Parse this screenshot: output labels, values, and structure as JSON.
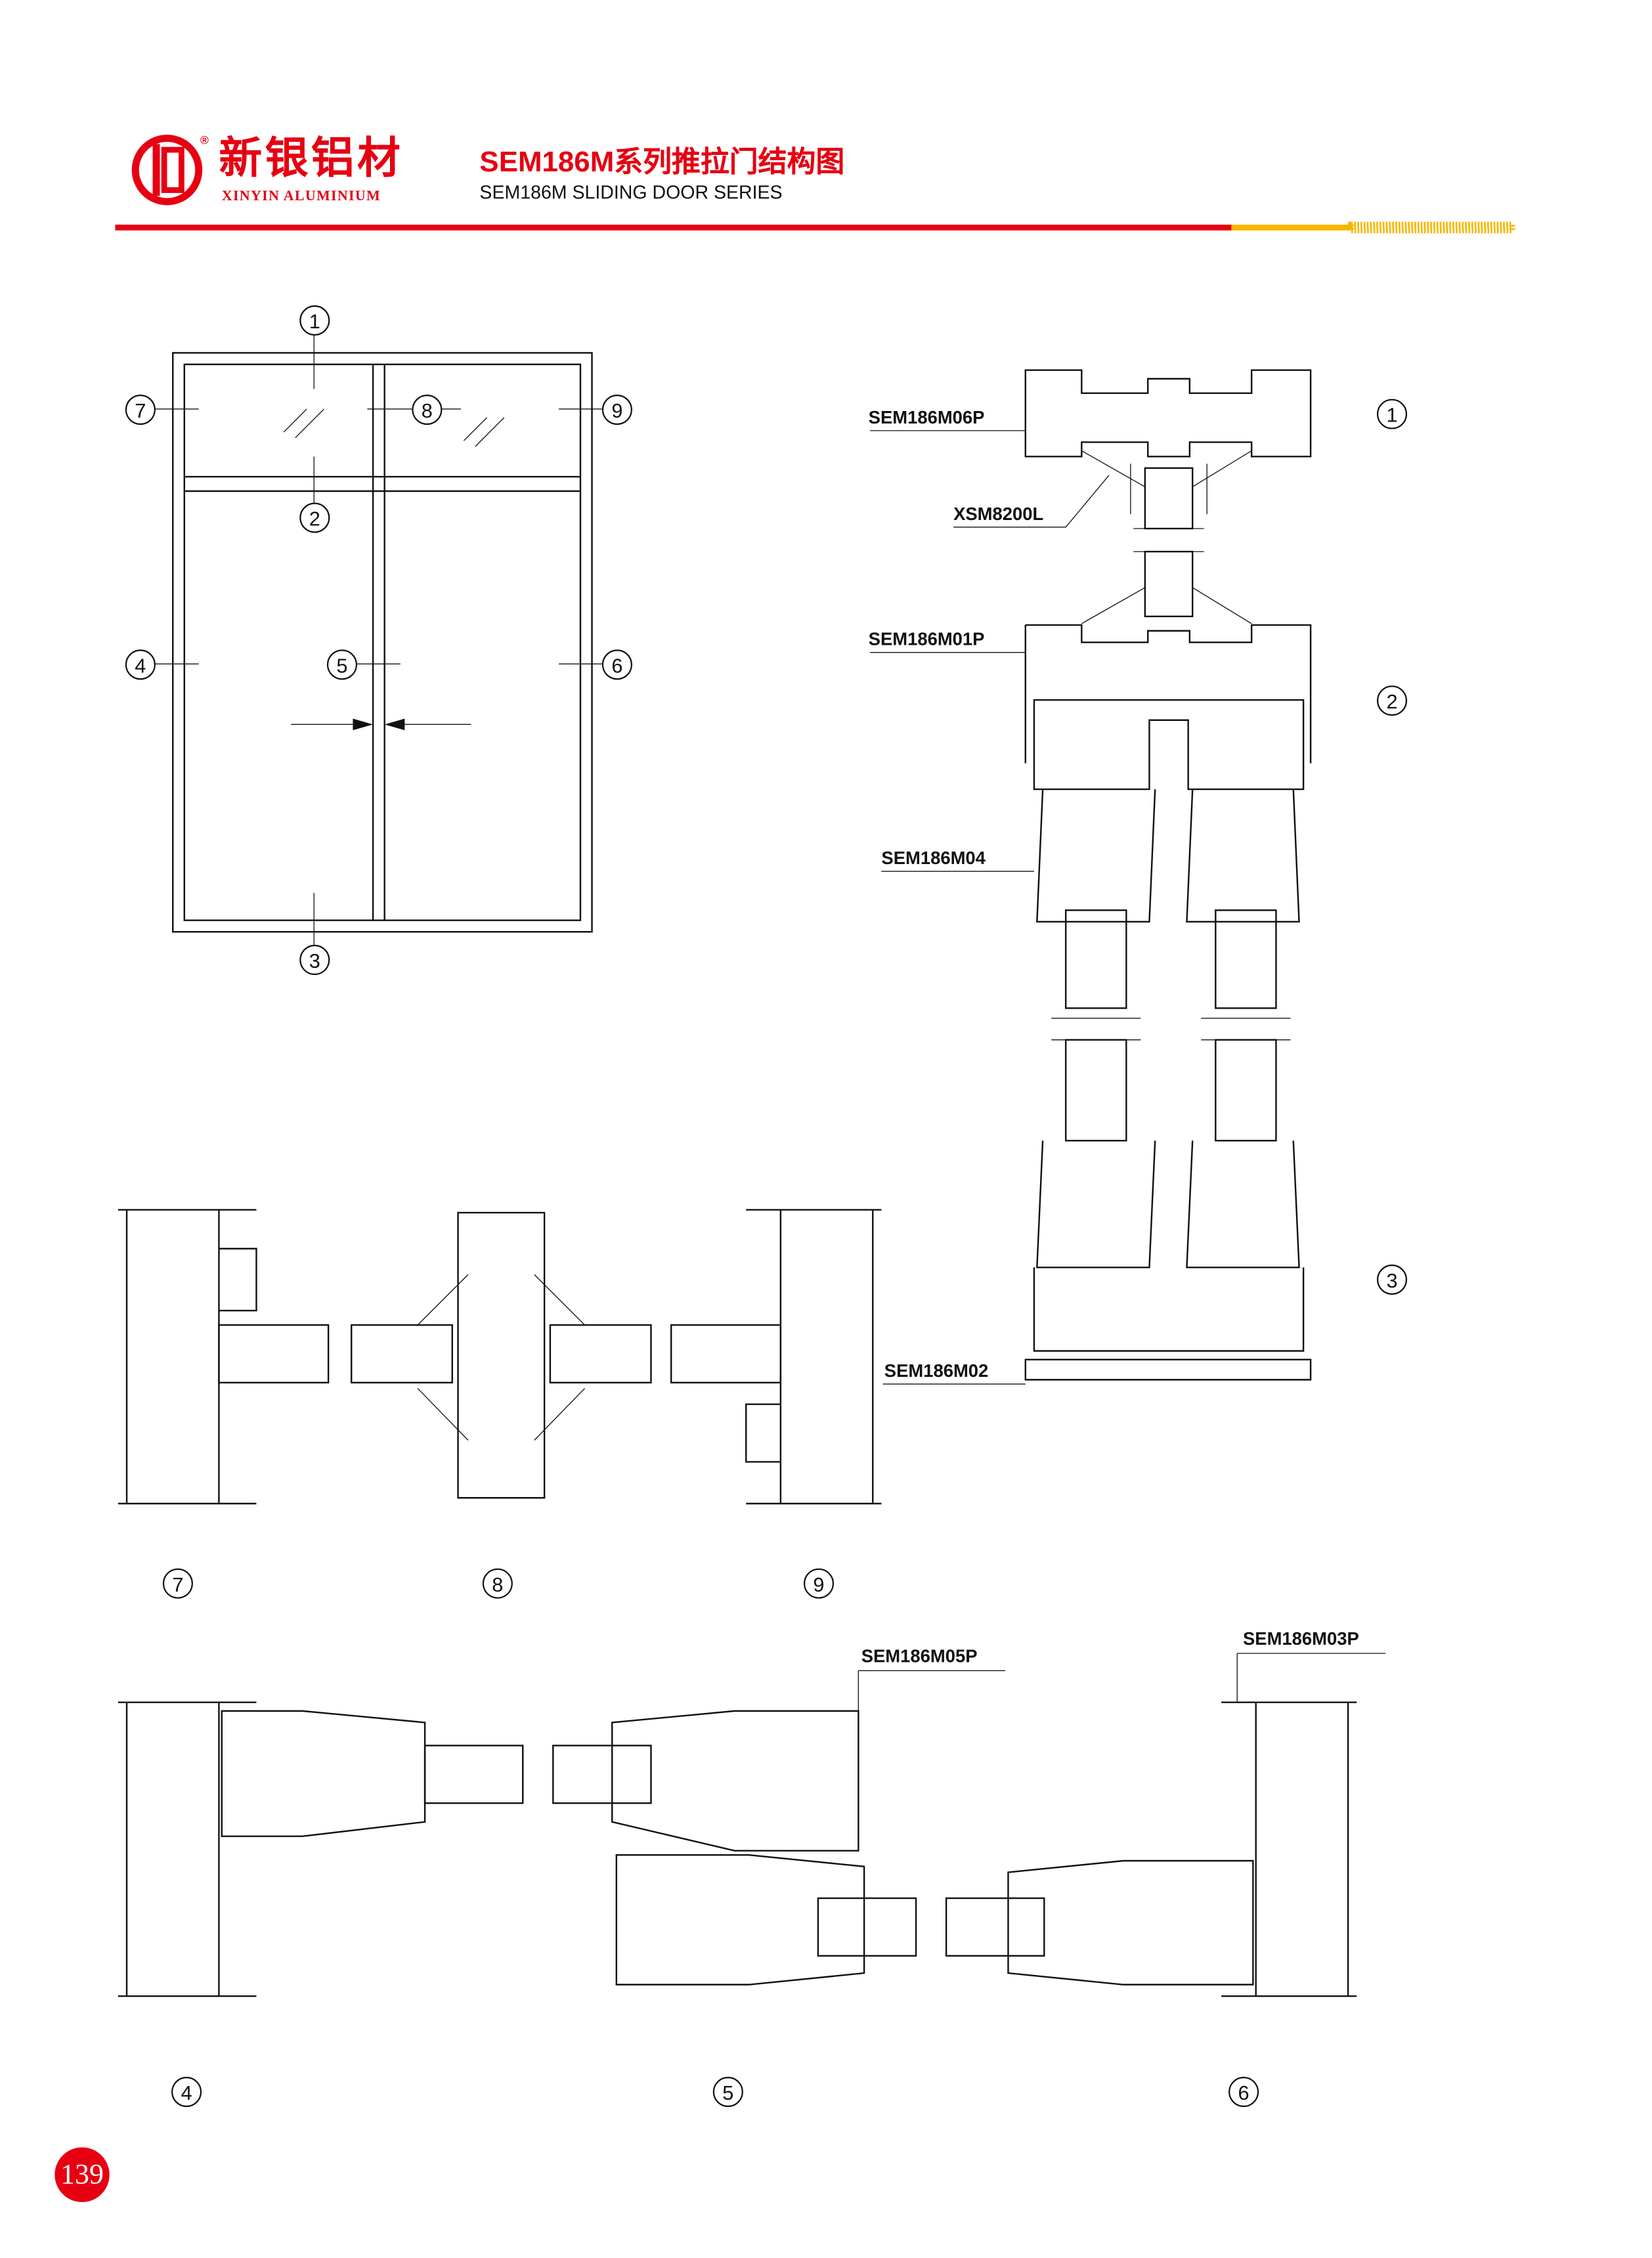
{
  "header": {
    "brand_cn": "新银铝材",
    "brand_en": "XINYIN ALUMINIUM",
    "logo_mark": "XY",
    "registered": "®",
    "title_cn": "SEM186M系列推拉门结构图",
    "title_en": "SEM186M SLIDING DOOR SERIES"
  },
  "colors": {
    "red": "#e60012",
    "yellow": "#f8b500"
  },
  "elevation": {
    "callouts": [
      "1",
      "2",
      "3",
      "4",
      "5",
      "6",
      "7",
      "8",
      "9"
    ]
  },
  "vertical_section": {
    "callouts": [
      "1",
      "2",
      "3"
    ],
    "labels": [
      "SEM186M06P",
      "XSM8200L",
      "SEM186M01P",
      "SEM186M04",
      "SEM186M02"
    ]
  },
  "horizontal_section_top": {
    "callouts": [
      "7",
      "8",
      "9"
    ]
  },
  "horizontal_section_bottom": {
    "callouts": [
      "4",
      "5",
      "6"
    ],
    "labels": [
      "SEM186M05P",
      "SEM186M03P"
    ]
  },
  "page_number": "139"
}
